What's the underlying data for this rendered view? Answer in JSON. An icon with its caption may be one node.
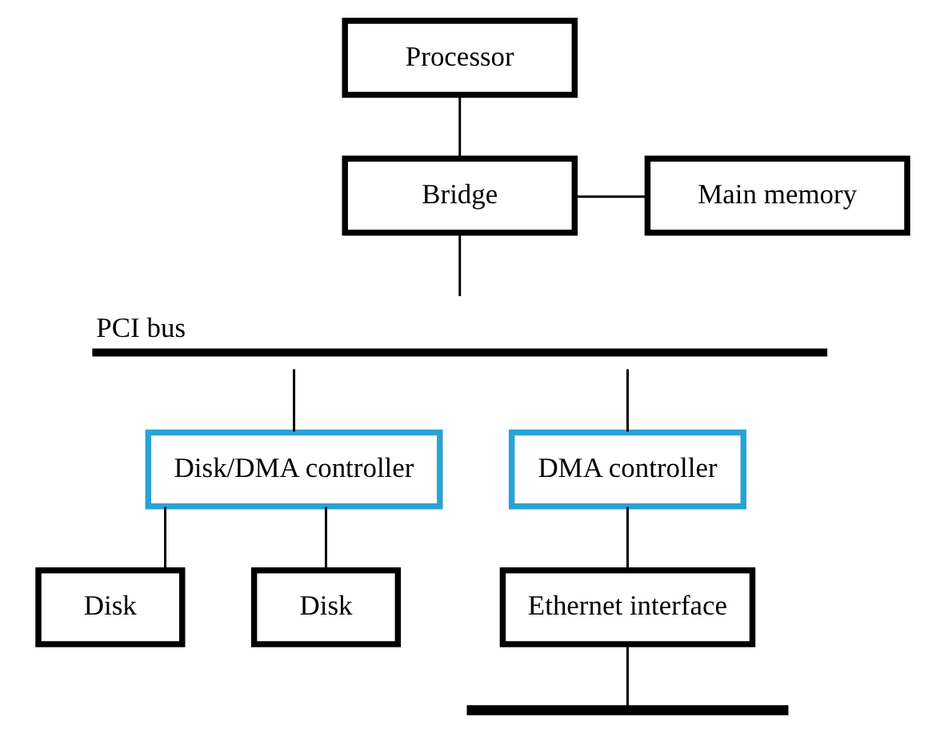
{
  "diagram": {
    "nodes": [
      {
        "text": [
          "Processor"
        ]
      },
      {
        "text": [
          "Bridge"
        ]
      },
      {
        "text": [
          "Main memory"
        ]
      },
      {
        "text": [
          "PCI bus"
        ]
      },
      {
        "text": [
          "Disk/DMA controller"
        ]
      },
      {
        "text": [
          "DMA controller"
        ]
      },
      {
        "text": [
          "Disk"
        ]
      },
      {
        "text": [
          "Disk"
        ]
      },
      {
        "text": [
          "Ethernet interface"
        ]
      },
      {
        "text": [],
        "shape": "line"
      }
    ],
    "edges": [
      {
        "from": 0,
        "to": 1,
        "arrow": "none"
      },
      {
        "from": 1,
        "to": 2,
        "arrow": "none"
      },
      {
        "from": 1,
        "to": 3,
        "arrow": "none"
      },
      {
        "from": 3,
        "to": 4,
        "arrow": "none"
      },
      {
        "from": 3,
        "to": 5,
        "arrow": "none"
      },
      {
        "from": 4,
        "to": 6,
        "arrow": "none"
      },
      {
        "from": 4,
        "to": 7,
        "arrow": "none"
      },
      {
        "from": 5,
        "to": 8,
        "arrow": "none"
      },
      {
        "from": 8,
        "to": 9,
        "arrow": "none"
      }
    ]
  }
}
